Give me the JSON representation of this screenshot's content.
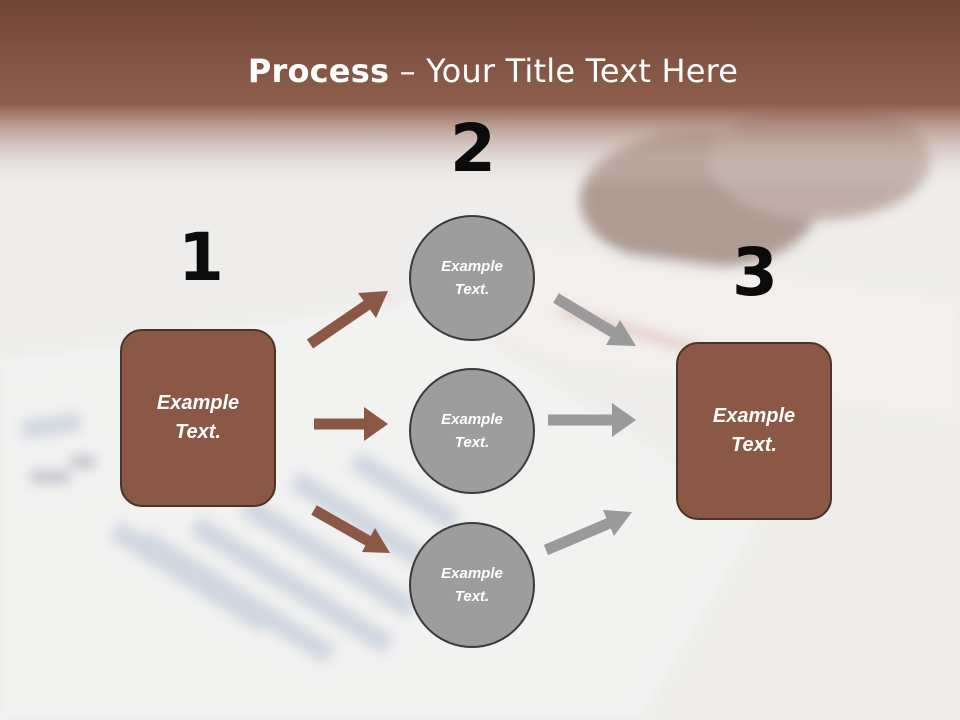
{
  "slide": {
    "title_bold": "Process",
    "title_rest": " – Your Title Text Here"
  },
  "steps": [
    {
      "number": "1",
      "box_text_line1": "Example",
      "box_text_line2": "Text."
    },
    {
      "number": "2",
      "circles": [
        {
          "line1": "Example",
          "line2": "Text."
        },
        {
          "line1": "Example",
          "line2": "Text."
        },
        {
          "line1": "Example",
          "line2": "Text."
        }
      ]
    },
    {
      "number": "3",
      "box_text_line1": "Example",
      "box_text_line2": "Text."
    }
  ],
  "colors": {
    "header_brown": "#8b5846",
    "box_fill": "#8b5846",
    "circle_fill": "#9d9d9d",
    "arrow_brown": "#8b5846",
    "arrow_gray": "#9a9a9a"
  }
}
